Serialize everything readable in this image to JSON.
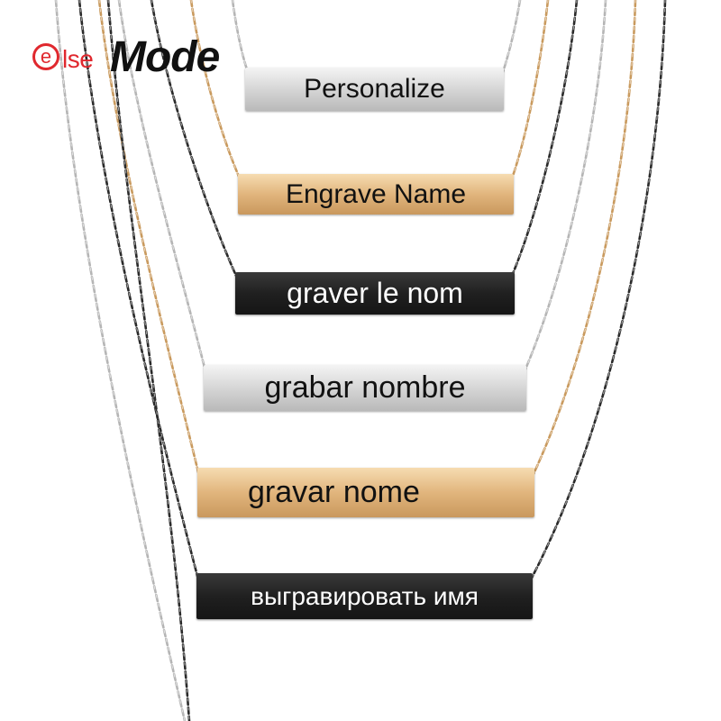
{
  "brand": {
    "logo_e": "e",
    "logo_else": "lse",
    "logo_mode": "Mode",
    "accent_color": "#e0282e"
  },
  "pendants": [
    {
      "text": "Personalize",
      "finish": "silver"
    },
    {
      "text": "Engrave Name",
      "finish": "gold"
    },
    {
      "text": "graver le nom",
      "finish": "black"
    },
    {
      "text": "grabar nombre",
      "finish": "silver"
    },
    {
      "text": "gravar nome",
      "finish": "gold"
    },
    {
      "text": "выгравировать имя",
      "finish": "black"
    }
  ],
  "colors": {
    "silver": "#b5b5b5",
    "gold": "#c99a5e",
    "black": "#2a2a2a",
    "background": "#ffffff"
  }
}
